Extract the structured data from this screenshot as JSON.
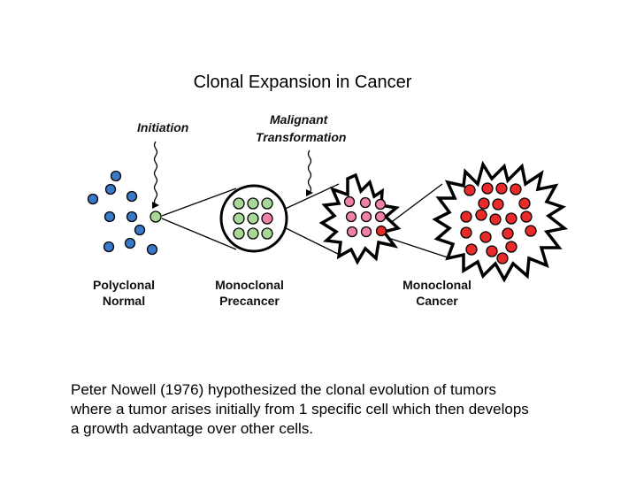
{
  "title": "Clonal Expansion in Cancer",
  "annotations": {
    "initiation": "Initiation",
    "malignant_line1": "Malignant",
    "malignant_line2": "Transformation"
  },
  "stages": {
    "polyclonal_line1": "Polyclonal",
    "polyclonal_line2": "Normal",
    "precancer_line1": "Monoclonal",
    "precancer_line2": "Precancer",
    "cancer_line1": "Monoclonal",
    "cancer_line2": "Cancer"
  },
  "caption": [
    "Peter Nowell (1976) hypothesized the clonal evolution of tumors",
    "where a tumor arises initially from 1 specific cell which then develops",
    "a growth advantage over other cells."
  ],
  "colors": {
    "normal_cell": "#3a78c8",
    "initiated_cell": "#a8d898",
    "precancer_cell": "#f080a8",
    "cancer_cell": "#e82a28",
    "outline": "#000000"
  }
}
